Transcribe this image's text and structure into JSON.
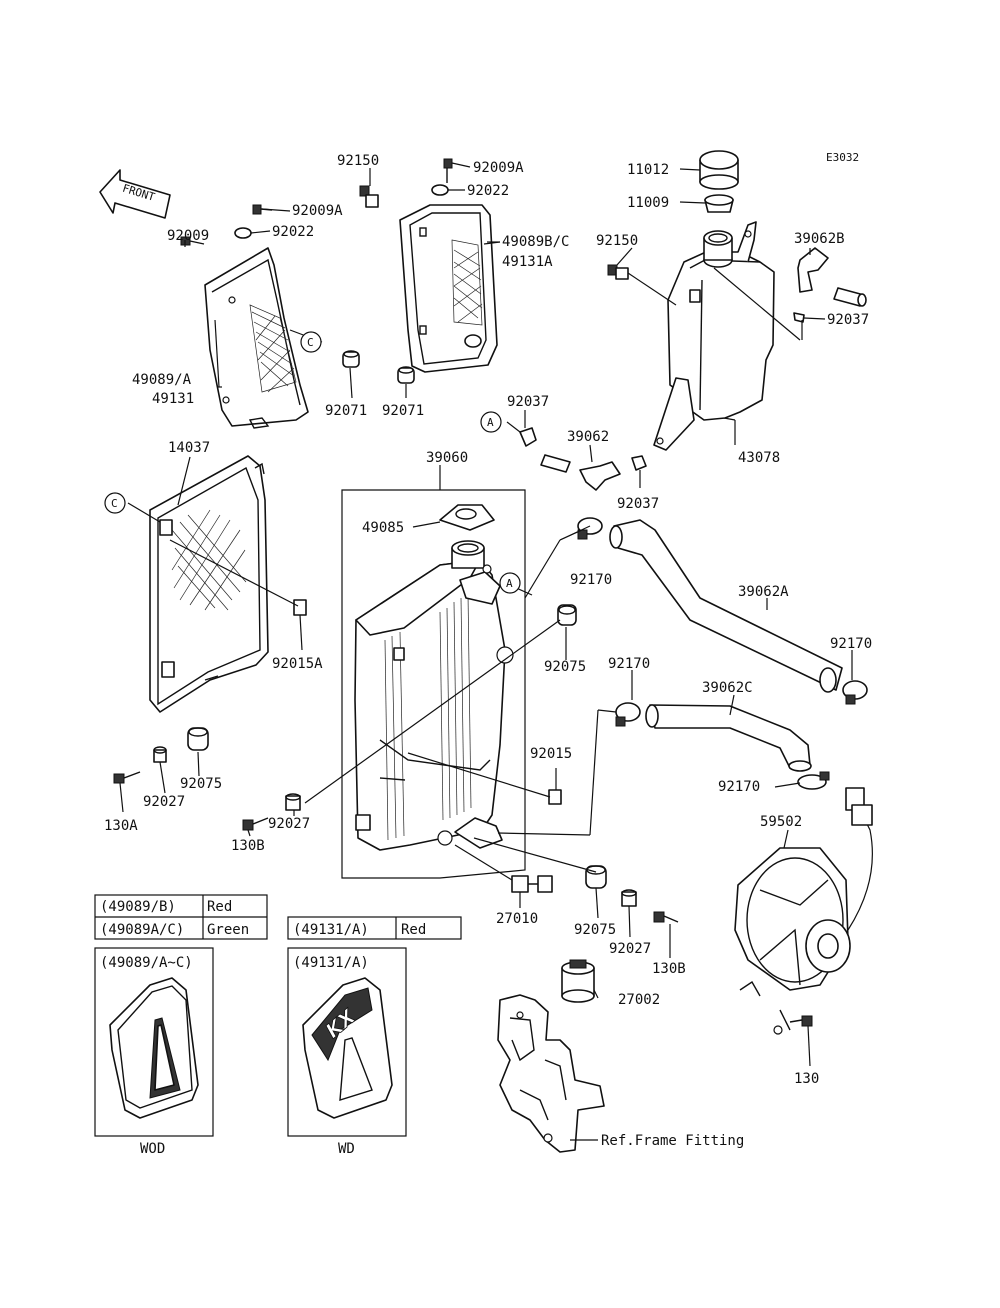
{
  "diagram_code": "E3032",
  "front_label": "FRONT",
  "parts": {
    "p92150_top": "92150",
    "p92009A_mid": "92009A",
    "p92009A_top": "92009A",
    "p92022_mid": "92022",
    "p92022_top": "92022",
    "p11012": "11012",
    "p11009": "11009",
    "p92150_tank": "92150",
    "p39062B": "39062B",
    "p92037_right": "92037",
    "p92009": "92009",
    "p49089BC": "49089B/C",
    "p49131A": "49131A",
    "p49089A": "49089/A",
    "p49131": "49131",
    "p92071_left": "92071",
    "p92071_right": "92071",
    "p92037_a": "92037",
    "p39062": "39062",
    "p92037_b": "92037",
    "p43078": "43078",
    "p14037": "14037",
    "p39060": "39060",
    "p49085": "49085",
    "p92170_a": "92170",
    "p39062A": "39062A",
    "p92015A": "92015A",
    "p92075_a": "92075",
    "p92170_b": "92170",
    "p92170_c": "92170",
    "p39062C": "39062C",
    "p92075_b": "92075",
    "p92015": "92015",
    "p92027_a": "92027",
    "p92027_b": "92027",
    "p130A": "130A",
    "p130B_a": "130B",
    "p92170_d": "92170",
    "p59502": "59502",
    "p27010": "27010",
    "p92075_c": "92075",
    "p92027_c": "92027",
    "p130B_b": "130B",
    "p27002": "27002",
    "p130": "130",
    "ref_frame": "Ref.Frame Fitting"
  },
  "callouts": {
    "A": "A",
    "C": "C"
  },
  "color_table": {
    "rows": [
      {
        "code": "(49089/B)",
        "color": "Red"
      },
      {
        "code": "(49089A/C)",
        "color": "Green"
      }
    ]
  },
  "color_table_2": {
    "rows": [
      {
        "code": "(49131/A)",
        "color": "Red"
      }
    ]
  },
  "inset_left": {
    "title": "(49089/A~C)",
    "caption": "WOD"
  },
  "inset_right": {
    "title": "(49131/A)",
    "caption": "WD"
  },
  "decal_text": "KX"
}
